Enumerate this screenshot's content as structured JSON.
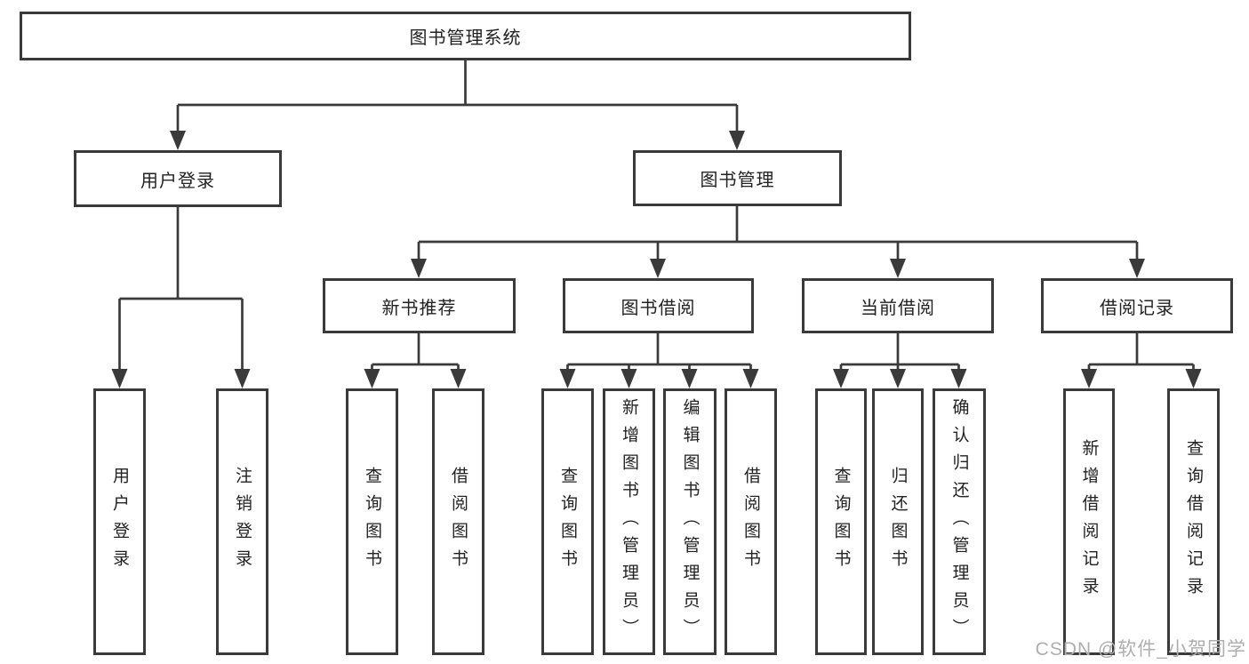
{
  "tree": {
    "root": "图书管理系统",
    "children": [
      {
        "label": "用户登录",
        "children": [
          "用户登录",
          "注销登录"
        ]
      },
      {
        "label": "图书管理",
        "children": [
          {
            "label": "新书推荐",
            "children": [
              "查询图书",
              "借阅图书"
            ]
          },
          {
            "label": "图书借阅",
            "children": [
              "查询图书",
              "新增图书（管理员）",
              "编辑图书（管理员）",
              "借阅图书"
            ]
          },
          {
            "label": "当前借阅",
            "children": [
              "查询图书",
              "归还图书",
              "确认归还（管理员）"
            ]
          },
          {
            "label": "借阅记录",
            "children": [
              "新增借阅记录",
              "查询借阅记录"
            ]
          }
        ]
      }
    ]
  },
  "watermark": {
    "text": "CSDN @软件_小贺同学"
  },
  "theme": {
    "line_color": "#3a3a3a",
    "text_color": "#222222",
    "box_bg": "#ffffff",
    "watermark_color": "#aeaeae",
    "bg": "#ffffff"
  }
}
